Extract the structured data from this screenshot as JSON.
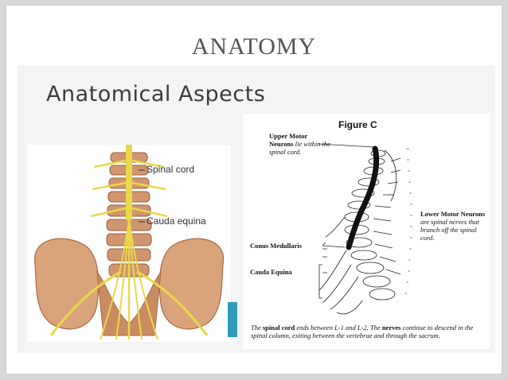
{
  "slide": {
    "title": "ANATOMY",
    "heading": "Anatomical Aspects"
  },
  "figure_left": {
    "label_spinal_cord": "Spinal cord",
    "label_cauda_equina": "Cauda equina",
    "colors": {
      "bone": "#d9a47c",
      "nerve": "#e8d84a"
    }
  },
  "figure_c": {
    "title": "Figure C",
    "upper_motor_bold": "Upper Motor Neurons",
    "upper_motor_rest": "lie within the spinal cord.",
    "lower_motor_bold": "Lower Motor Neurons",
    "lower_motor_rest": "are spinal nerves that branch off the spinal cord.",
    "conus": "Conus Medullaris",
    "cauda": "Cauda Equina",
    "caption_1": "The",
    "caption_2": "spinal cord",
    "caption_3": "ends between L-1 and L-2. The",
    "caption_4": "nerves",
    "caption_5": "continue to descend in the spinal column, exiting between the vertebrae and through the sacrum."
  }
}
